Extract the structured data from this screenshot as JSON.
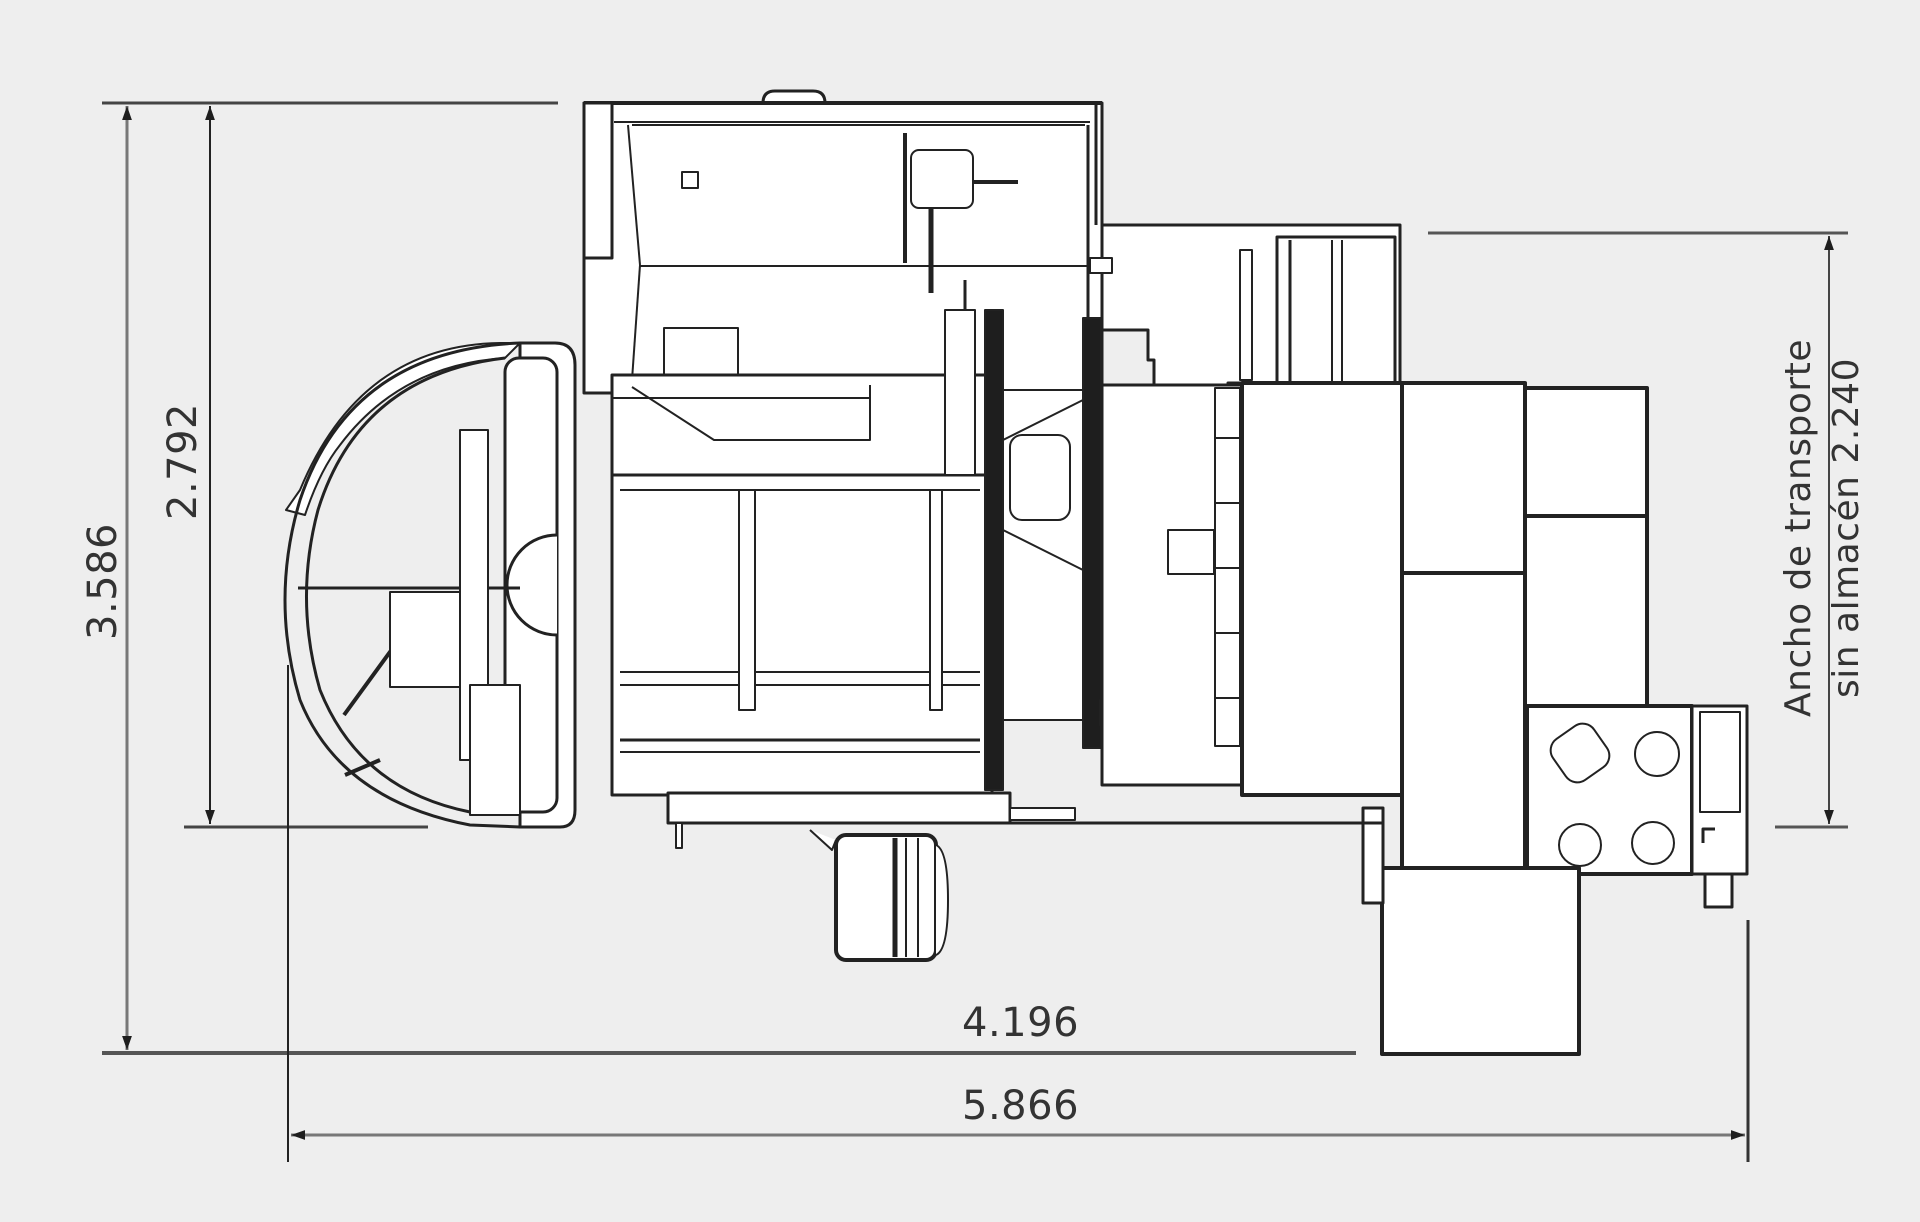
{
  "drawing": {
    "type": "top-view dimension drawing",
    "background": "#eeeeee",
    "line_color": "#222222",
    "fill_color": "#ffffff",
    "units_note": "meters (decimal point as thousands-style separator)"
  },
  "dimensions": {
    "total_width": {
      "label": "3.586",
      "value": 3.586,
      "orientation": "vertical"
    },
    "body_width": {
      "label": "2.792",
      "value": 2.792,
      "orientation": "vertical"
    },
    "body_length": {
      "label": "4.196",
      "value": 4.196,
      "orientation": "horizontal"
    },
    "total_length": {
      "label": "5.866",
      "value": 5.866,
      "orientation": "horizontal"
    },
    "transport_width": {
      "line1": "Ancho de transporte",
      "line2": "sin almacén 2.240",
      "value": 2.24,
      "orientation": "vertical"
    }
  },
  "components": [
    {
      "name": "rounded-front-cab"
    },
    {
      "name": "operator-station"
    },
    {
      "name": "main-frame"
    },
    {
      "name": "turntable"
    },
    {
      "name": "rear-modules"
    },
    {
      "name": "tool-magazine-with-four-tools"
    },
    {
      "name": "side-wheel"
    },
    {
      "name": "rear-box"
    }
  ]
}
